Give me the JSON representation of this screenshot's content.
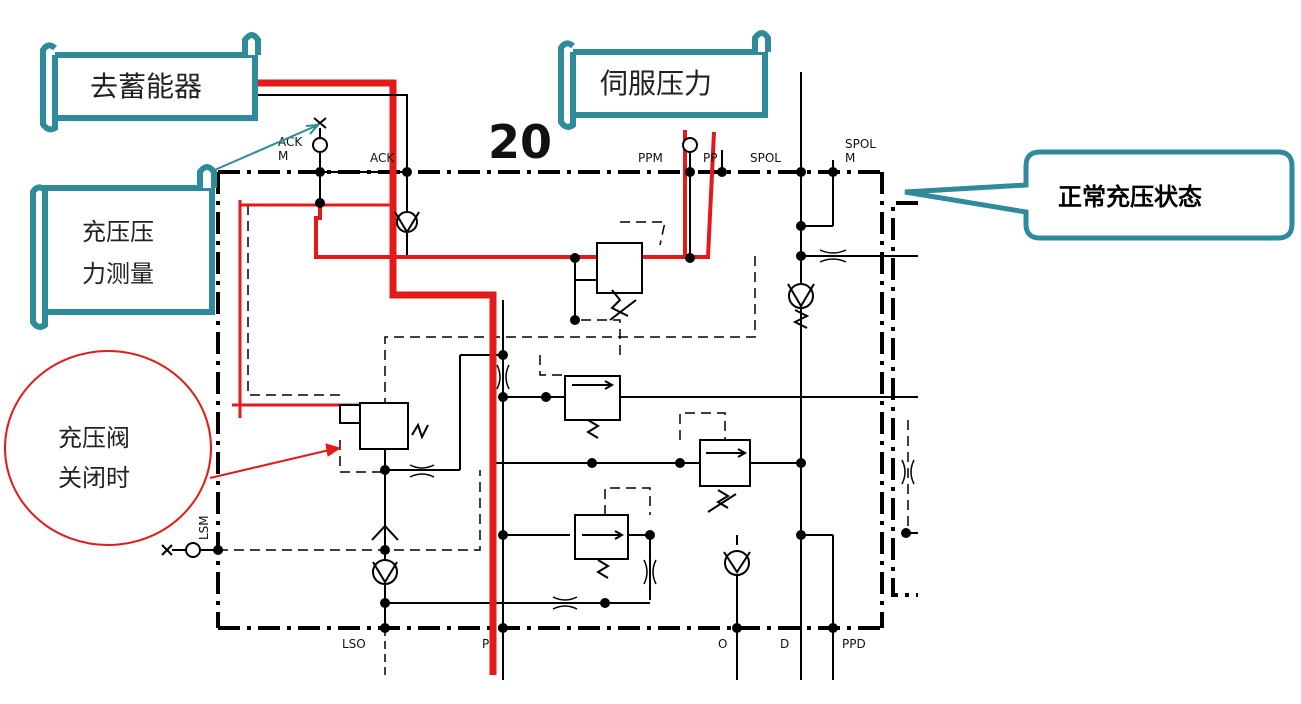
{
  "diagram": {
    "block_number": "20",
    "ports": {
      "ackm": [
        "ACK",
        "M"
      ],
      "ack": "ACK",
      "ppm": "PPM",
      "pp": "PP",
      "spol": "SPOL",
      "spolm": [
        "SPOL",
        "M"
      ],
      "lsm": "LSM",
      "lso": "LSO",
      "p": "P",
      "o": "O",
      "d": "D",
      "ppd": "PPD"
    }
  },
  "callouts": {
    "accumulator": "去蓄能器",
    "servo_pressure": "伺服压力",
    "charge_pressure_measure": [
      "充压压",
      "力测量"
    ],
    "valve_closed": [
      "充压阀",
      "关闭时"
    ],
    "status": "正常充压状态"
  },
  "colors": {
    "accent_teal": "#2f8a99",
    "highlight_red": "#e31a1a",
    "line_black": "#000000"
  }
}
